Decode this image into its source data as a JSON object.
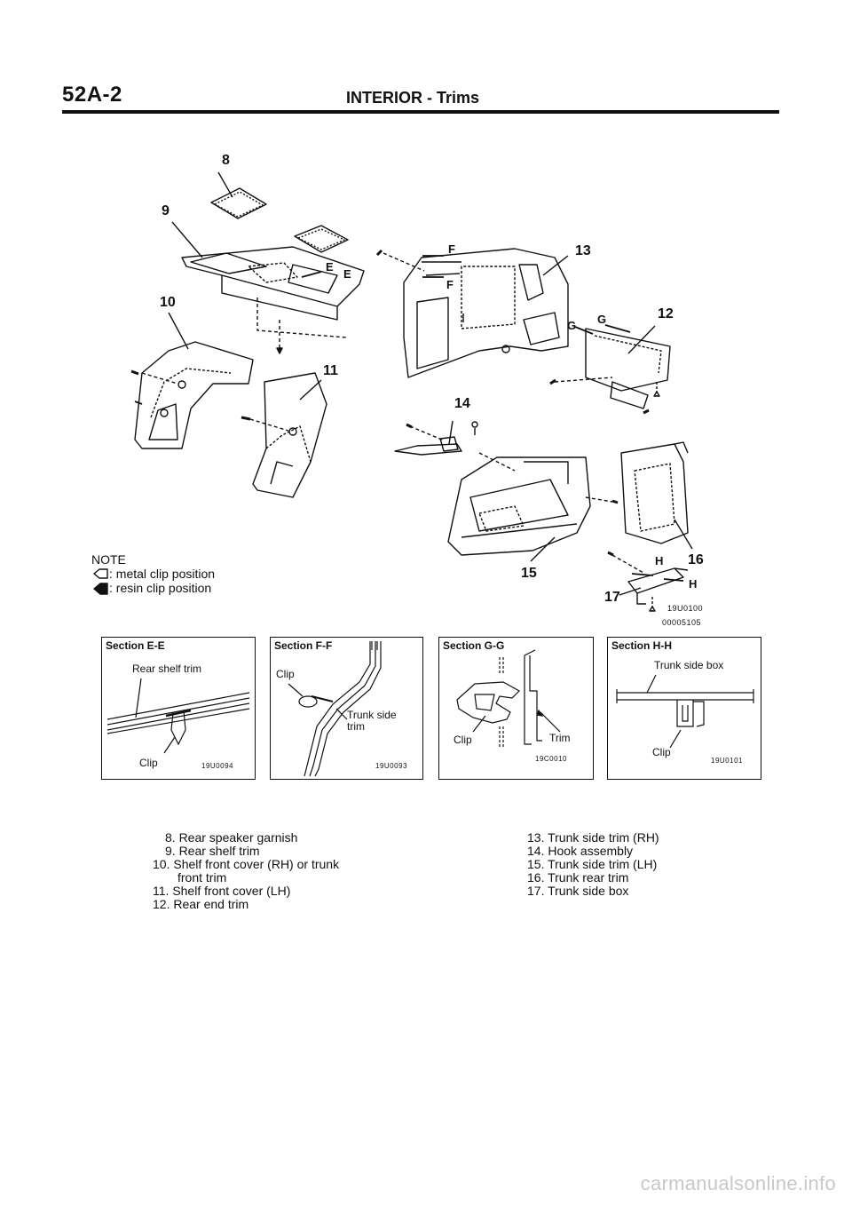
{
  "header": {
    "page_number": "52A-2",
    "title": "INTERIOR - Trims"
  },
  "callouts": [
    "8",
    "9",
    "10",
    "11",
    "12",
    "13",
    "14",
    "15",
    "16",
    "17"
  ],
  "section_markers": {
    "e": "E",
    "f": "F",
    "g": "G",
    "h": "H"
  },
  "note": {
    "heading": "NOTE",
    "metal": ": metal clip position",
    "resin": ": resin clip position"
  },
  "figure_codes": {
    "main_1": "19U0100",
    "main_2": "00005105"
  },
  "sections": [
    {
      "title": "Section E-E",
      "labels": [
        "Rear shelf trim",
        "Clip"
      ],
      "code": "19U0094"
    },
    {
      "title": "Section F-F",
      "labels": [
        "Clip",
        "Trunk side",
        "trim"
      ],
      "code": "19U0093"
    },
    {
      "title": "Section G-G",
      "labels": [
        "Clip",
        "Trim"
      ],
      "code": "19C0010"
    },
    {
      "title": "Section H-H",
      "labels": [
        "Trunk side box",
        "Clip"
      ],
      "code": "19U0101"
    }
  ],
  "legend_left": [
    "8. Rear speaker garnish",
    "9. Rear shelf trim",
    "10. Shelf front cover (RH) or trunk",
    "front trim",
    "11. Shelf front cover (LH)",
    "12. Rear end trim"
  ],
  "legend_right": [
    "13. Trunk side trim (RH)",
    "14. Hook assembly",
    "15. Trunk side trim (LH)",
    "16. Trunk rear trim",
    "17. Trunk side box"
  ],
  "watermark": "carmanualsonline.info"
}
